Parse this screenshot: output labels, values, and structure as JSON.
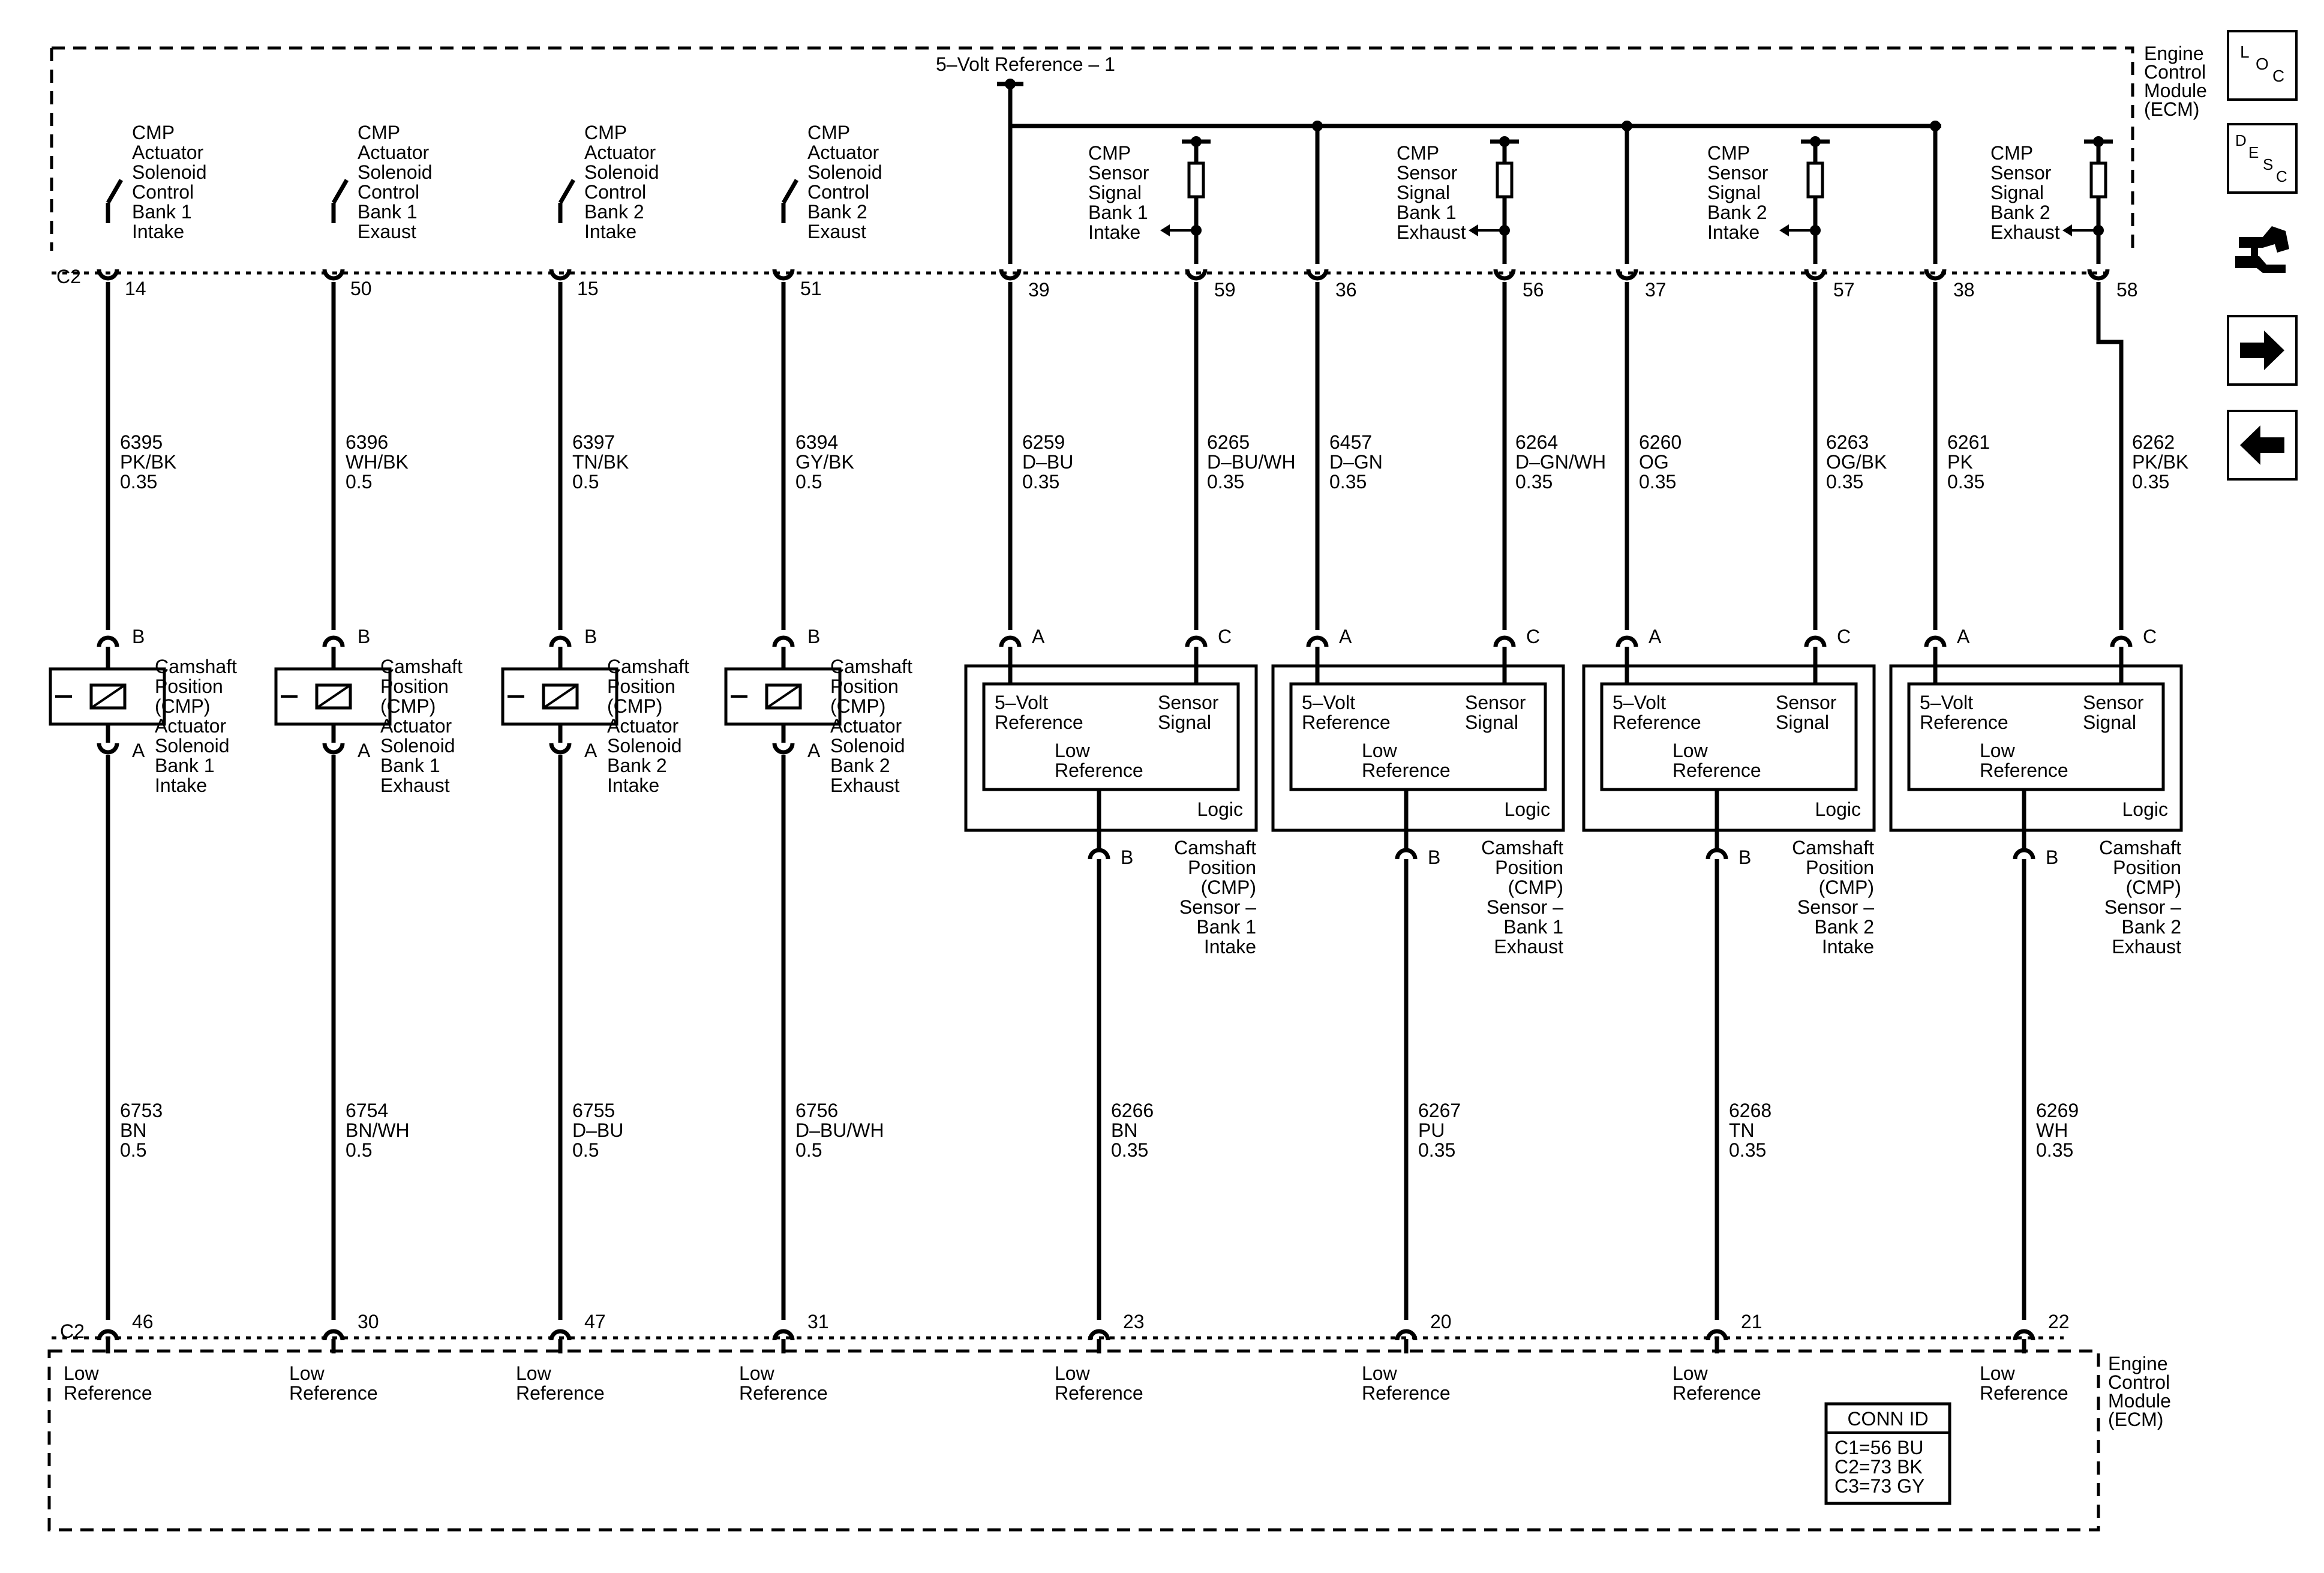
{
  "module": {
    "top_label": [
      "Engine",
      "Control",
      "Module",
      "(ECM)"
    ],
    "bottom_label": [
      "Engine",
      "Control",
      "Module",
      "(ECM)"
    ]
  },
  "ref_bus_label": "5–Volt Reference – 1",
  "connector_top": "C2",
  "connector_bottom": "C2",
  "actuators": [
    {
      "top_label": [
        "CMP",
        "Actuator",
        "Solenoid",
        "Control",
        "Bank 1",
        "Intake"
      ],
      "pin_top": "14",
      "wire_top": [
        "6395",
        "PK/BK",
        "0.35"
      ],
      "comp_label": [
        "Camshaft",
        "Position",
        "(CMP)",
        "Actuator",
        "Solenoid",
        "Bank 1",
        "Intake"
      ],
      "term_top": "B",
      "term_bot": "A",
      "wire_bot": [
        "6753",
        "BN",
        "0.5"
      ],
      "pin_bot": "46"
    },
    {
      "top_label": [
        "CMP",
        "Actuator",
        "Solenoid",
        "Control",
        "Bank 1",
        "Exaust"
      ],
      "pin_top": "50",
      "wire_top": [
        "6396",
        "WH/BK",
        "0.5"
      ],
      "comp_label": [
        "Camshaft",
        "Position",
        "(CMP)",
        "Actuator",
        "Solenoid",
        "Bank 1",
        "Exhaust"
      ],
      "term_top": "B",
      "term_bot": "A",
      "wire_bot": [
        "6754",
        "BN/WH",
        "0.5"
      ],
      "pin_bot": "30"
    },
    {
      "top_label": [
        "CMP",
        "Actuator",
        "Solenoid",
        "Control",
        "Bank 2",
        "Intake"
      ],
      "pin_top": "15",
      "wire_top": [
        "6397",
        "TN/BK",
        "0.5"
      ],
      "comp_label": [
        "Camshaft",
        "Position",
        "(CMP)",
        "Actuator",
        "Solenoid",
        "Bank 2",
        "Intake"
      ],
      "term_top": "B",
      "term_bot": "A",
      "wire_bot": [
        "6755",
        "D–BU",
        "0.5"
      ],
      "pin_bot": "47"
    },
    {
      "top_label": [
        "CMP",
        "Actuator",
        "Solenoid",
        "Control",
        "Bank 2",
        "Exaust"
      ],
      "pin_top": "51",
      "wire_top": [
        "6394",
        "GY/BK",
        "0.5"
      ],
      "comp_label": [
        "Camshaft",
        "Position",
        "(CMP)",
        "Actuator",
        "Solenoid",
        "Bank 2",
        "Exhaust"
      ],
      "term_top": "B",
      "term_bot": "A",
      "wire_bot": [
        "6756",
        "D–BU/WH",
        "0.5"
      ],
      "pin_bot": "31"
    }
  ],
  "sensors": [
    {
      "sig_label": [
        "CMP",
        "Sensor",
        "Signal",
        "Bank 1",
        "Intake"
      ],
      "pin_ref": "39",
      "pin_sig": "59",
      "wire_ref": [
        "6259",
        "D–BU",
        "0.35"
      ],
      "wire_sig": [
        "6265",
        "D–BU/WH",
        "0.35"
      ],
      "term_a": "A",
      "term_c": "C",
      "term_b": "B",
      "inner": {
        "ref": [
          "5–Volt",
          "Reference"
        ],
        "sig": [
          "Sensor",
          "Signal"
        ],
        "low": [
          "Low",
          "Reference"
        ],
        "logic": "Logic"
      },
      "name": [
        "Camshaft",
        "Position",
        "(CMP)",
        "Sensor –",
        "Bank 1",
        "Intake"
      ],
      "wire_low": [
        "6266",
        "BN",
        "0.35"
      ],
      "pin_low": "23"
    },
    {
      "sig_label": [
        "CMP",
        "Sensor",
        "Signal",
        "Bank 1",
        "Exhaust"
      ],
      "pin_ref": "36",
      "pin_sig": "56",
      "wire_ref": [
        "6457",
        "D–GN",
        "0.35"
      ],
      "wire_sig": [
        "6264",
        "D–GN/WH",
        "0.35"
      ],
      "term_a": "A",
      "term_c": "C",
      "term_b": "B",
      "inner": {
        "ref": [
          "5–Volt",
          "Reference"
        ],
        "sig": [
          "Sensor",
          "Signal"
        ],
        "low": [
          "Low",
          "Reference"
        ],
        "logic": "Logic"
      },
      "name": [
        "Camshaft",
        "Position",
        "(CMP)",
        "Sensor –",
        "Bank 1",
        "Exhaust"
      ],
      "wire_low": [
        "6267",
        "PU",
        "0.35"
      ],
      "pin_low": "20"
    },
    {
      "sig_label": [
        "CMP",
        "Sensor",
        "Signal",
        "Bank 2",
        "Intake"
      ],
      "pin_ref": "37",
      "pin_sig": "57",
      "wire_ref": [
        "6260",
        "OG",
        "0.35"
      ],
      "wire_sig": [
        "6263",
        "OG/BK",
        "0.35"
      ],
      "term_a": "A",
      "term_c": "C",
      "term_b": "B",
      "inner": {
        "ref": [
          "5–Volt",
          "Reference"
        ],
        "sig": [
          "Sensor",
          "Signal"
        ],
        "low": [
          "Low",
          "Reference"
        ],
        "logic": "Logic"
      },
      "name": [
        "Camshaft",
        "Position",
        "(CMP)",
        "Sensor –",
        "Bank 2",
        "Intake"
      ],
      "wire_low": [
        "6268",
        "TN",
        "0.35"
      ],
      "pin_low": "21"
    },
    {
      "sig_label": [
        "CMP",
        "Sensor",
        "Signal",
        "Bank 2",
        "Exhaust"
      ],
      "pin_ref": "38",
      "pin_sig": "58",
      "wire_ref": [
        "6261",
        "PK",
        "0.35"
      ],
      "wire_sig": [
        "6262",
        "PK/BK",
        "0.35"
      ],
      "term_a": "A",
      "term_c": "C",
      "term_b": "B",
      "inner": {
        "ref": [
          "5–Volt",
          "Reference"
        ],
        "sig": [
          "Sensor",
          "Signal"
        ],
        "low": [
          "Low",
          "Reference"
        ],
        "logic": "Logic"
      },
      "name": [
        "Camshaft",
        "Position",
        "(CMP)",
        "Sensor –",
        "Bank 2",
        "Exhaust"
      ],
      "wire_low": [
        "6269",
        "WH",
        "0.35"
      ],
      "pin_low": "22"
    }
  ],
  "low_ref_label": [
    "Low",
    "Reference"
  ],
  "conn_id": {
    "title": "CONN ID",
    "rows": [
      "C1=56 BU",
      "C2=73 BK",
      "C3=73 GY"
    ]
  },
  "nav": [
    {
      "name": "loc-button",
      "letters": [
        "L",
        "O",
        "C"
      ]
    },
    {
      "name": "desc-button",
      "letters": [
        "D",
        "E",
        "S",
        "C"
      ]
    },
    {
      "name": "connector-icon"
    },
    {
      "name": "next-arrow-button",
      "icon": "arrow-right-icon"
    },
    {
      "name": "prev-arrow-button",
      "icon": "arrow-left-icon"
    }
  ]
}
